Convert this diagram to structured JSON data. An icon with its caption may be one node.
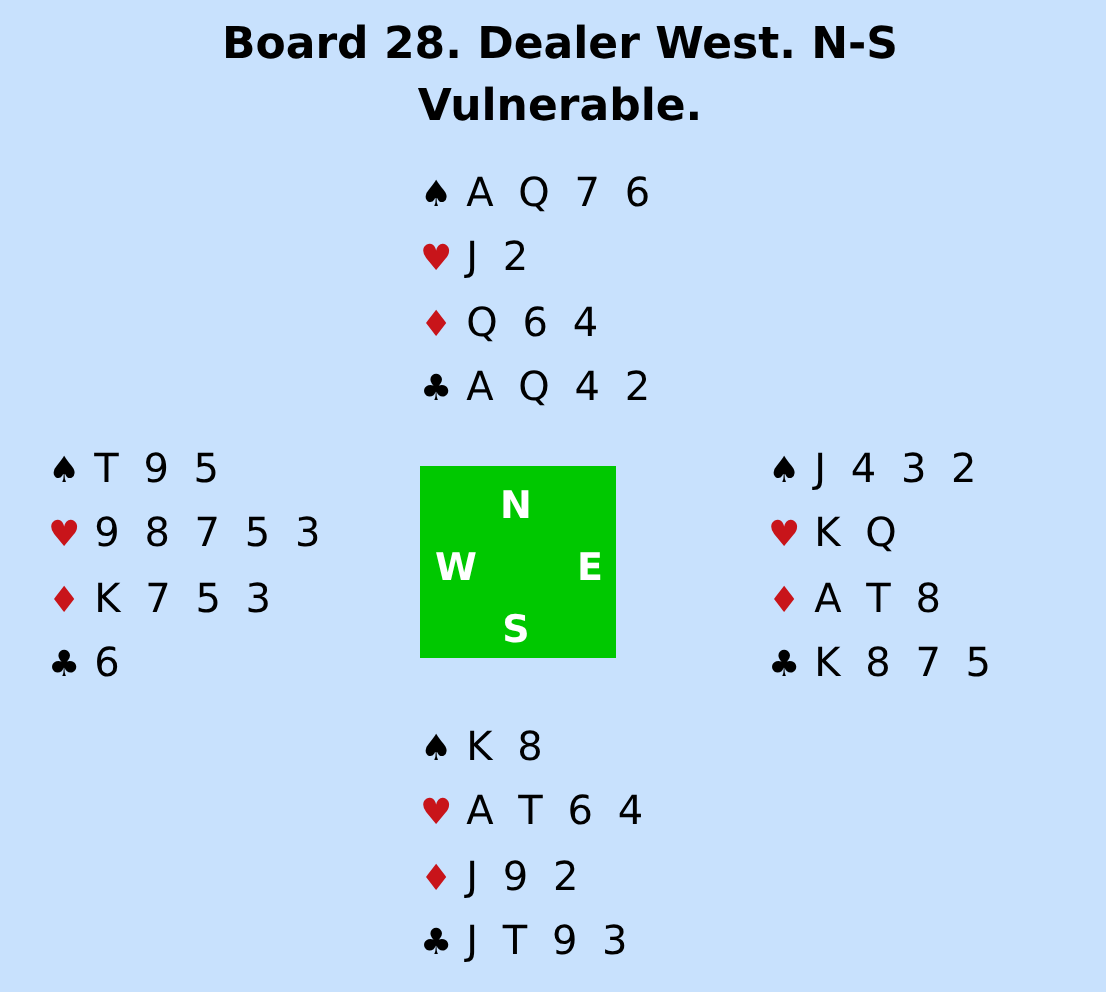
{
  "diagram": {
    "title": "Board 28. Dealer West. N-S Vulnerable.",
    "nodes": [
      {
        "text": [
          "N",
          "W",
          "E",
          "S"
        ]
      }
    ],
    "labels": [
      "♠ A Q 7 6",
      "♥ J 2",
      "♦ Q 6 4",
      "♣ A Q 4 2",
      "♠ T 9 5",
      "♥ 9 8 7 5 3",
      "♦ K 7 5 3",
      "♣ 6",
      "♠ J 4 3 2",
      "♥ K Q",
      "♦ A T 8",
      "♣ K 8 7 5",
      "♠ K 8",
      "♥ A T 6 4",
      "♦ J 9 2",
      "♣ J T 9 3"
    ]
  }
}
